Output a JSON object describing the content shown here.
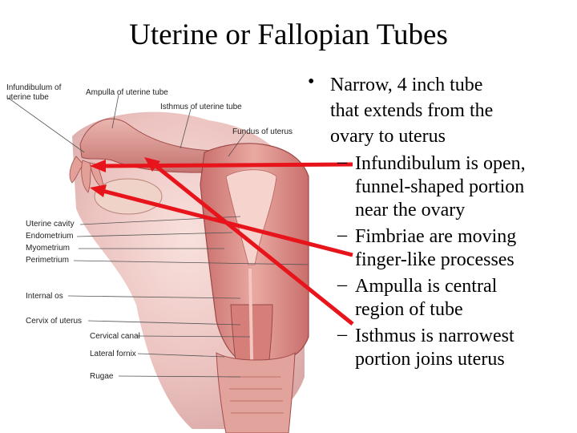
{
  "slide": {
    "title": "Uterine or Fallopian Tubes",
    "bullets": {
      "main": {
        "marker": "•",
        "lines": [
          "Narrow, 4 inch tube",
          "that extends from the",
          "ovary to uterus"
        ]
      },
      "sub": [
        {
          "marker": "–",
          "lines": [
            "Infundibulum is open,",
            "funnel-shaped portion",
            "near the ovary"
          ]
        },
        {
          "marker": "–",
          "lines": [
            "Fimbriae are moving",
            "finger-like processes"
          ]
        },
        {
          "marker": "–",
          "lines": [
            "Ampulla is central",
            "region of tube"
          ]
        },
        {
          "marker": "–",
          "lines": [
            "Isthmus is narrowest",
            "portion joins uterus"
          ]
        }
      ]
    }
  },
  "diagram": {
    "labels": {
      "infundibulum_1": "Infundibulum of",
      "infundibulum_2": "uterine tube",
      "ampulla": "Ampulla of uterine tube",
      "isthmus": "Isthmus of uterine tube",
      "fundus": "Fundus of uterus",
      "uterine_cavity": "Uterine cavity",
      "endometrium": "Endometrium",
      "myometrium": "Myometrium",
      "perimetrium": "Perimetrium",
      "internal_os": "Internal os",
      "cervix": "Cervix of uterus",
      "cervical_canal": "Cervical canal",
      "lateral_fornix": "Lateral fornix",
      "rugae": "Rugae"
    },
    "colors": {
      "tissue": "#d98a86",
      "tissue_dark": "#b85a58",
      "tissue_light": "#efc2bc",
      "arrow": "#e8141b"
    }
  }
}
